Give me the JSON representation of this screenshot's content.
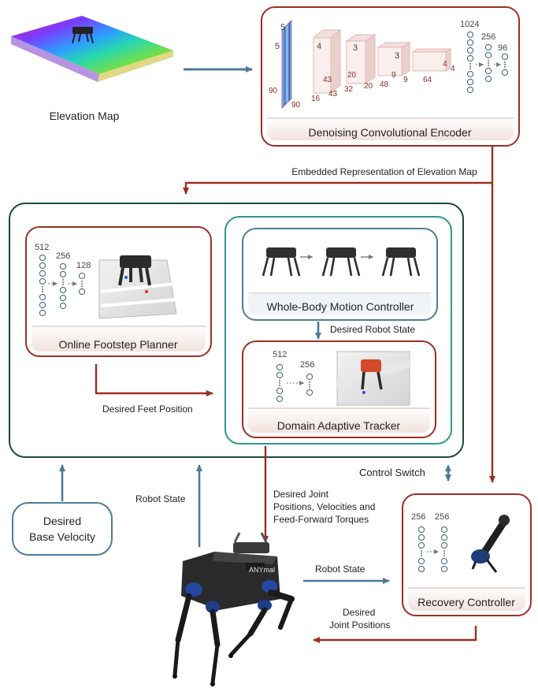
{
  "elevation_map": {
    "label": "Elevation Map"
  },
  "encoder": {
    "title": "Denoising Convolutional Encoder",
    "conv_dims": [
      "5",
      "5",
      "90",
      "90",
      "4",
      "43",
      "16",
      "43",
      "3",
      "20",
      "32",
      "20",
      "3",
      "9",
      "48",
      "9",
      "4",
      "4",
      "64"
    ],
    "mlp_sizes": [
      "1024",
      "256",
      "96"
    ]
  },
  "embedded_label": "Embedded Representation of Elevation Map",
  "footstep_planner": {
    "title": "Online Footstep Planner",
    "mlp_sizes": [
      "512",
      "256",
      "128"
    ]
  },
  "wbc": {
    "title": "Whole-Body Motion Controller"
  },
  "desired_robot_state": "Desired Robot State",
  "desired_feet_position": "Desired Feet Position",
  "tracker": {
    "title": "Domain Adaptive Tracker",
    "mlp_sizes": [
      "512",
      "256"
    ]
  },
  "control_switch": "Control Switch",
  "desired_base_velocity": [
    "Desired",
    "Base Velocity"
  ],
  "robot_state_left": "Robot State",
  "desired_joint": [
    "Desired Joint",
    "Positions, Velocities and",
    "Feed-Forward Torques"
  ],
  "robot_state_right": "Robot State",
  "recovery": {
    "title": "Recovery Controller",
    "mlp_sizes": [
      "256",
      "256"
    ]
  },
  "desired_joint_positions": [
    "Desired",
    "Joint Positions"
  ],
  "robot_logo": "ANYmal",
  "colors": {
    "red_border": "#9b2f25",
    "dark_green": "#1d4a35",
    "teal": "#2a9a8c",
    "steel_blue": "#4f7c98",
    "arrow_blue": "#4c7b95",
    "arrow_red": "#9b2f25"
  }
}
